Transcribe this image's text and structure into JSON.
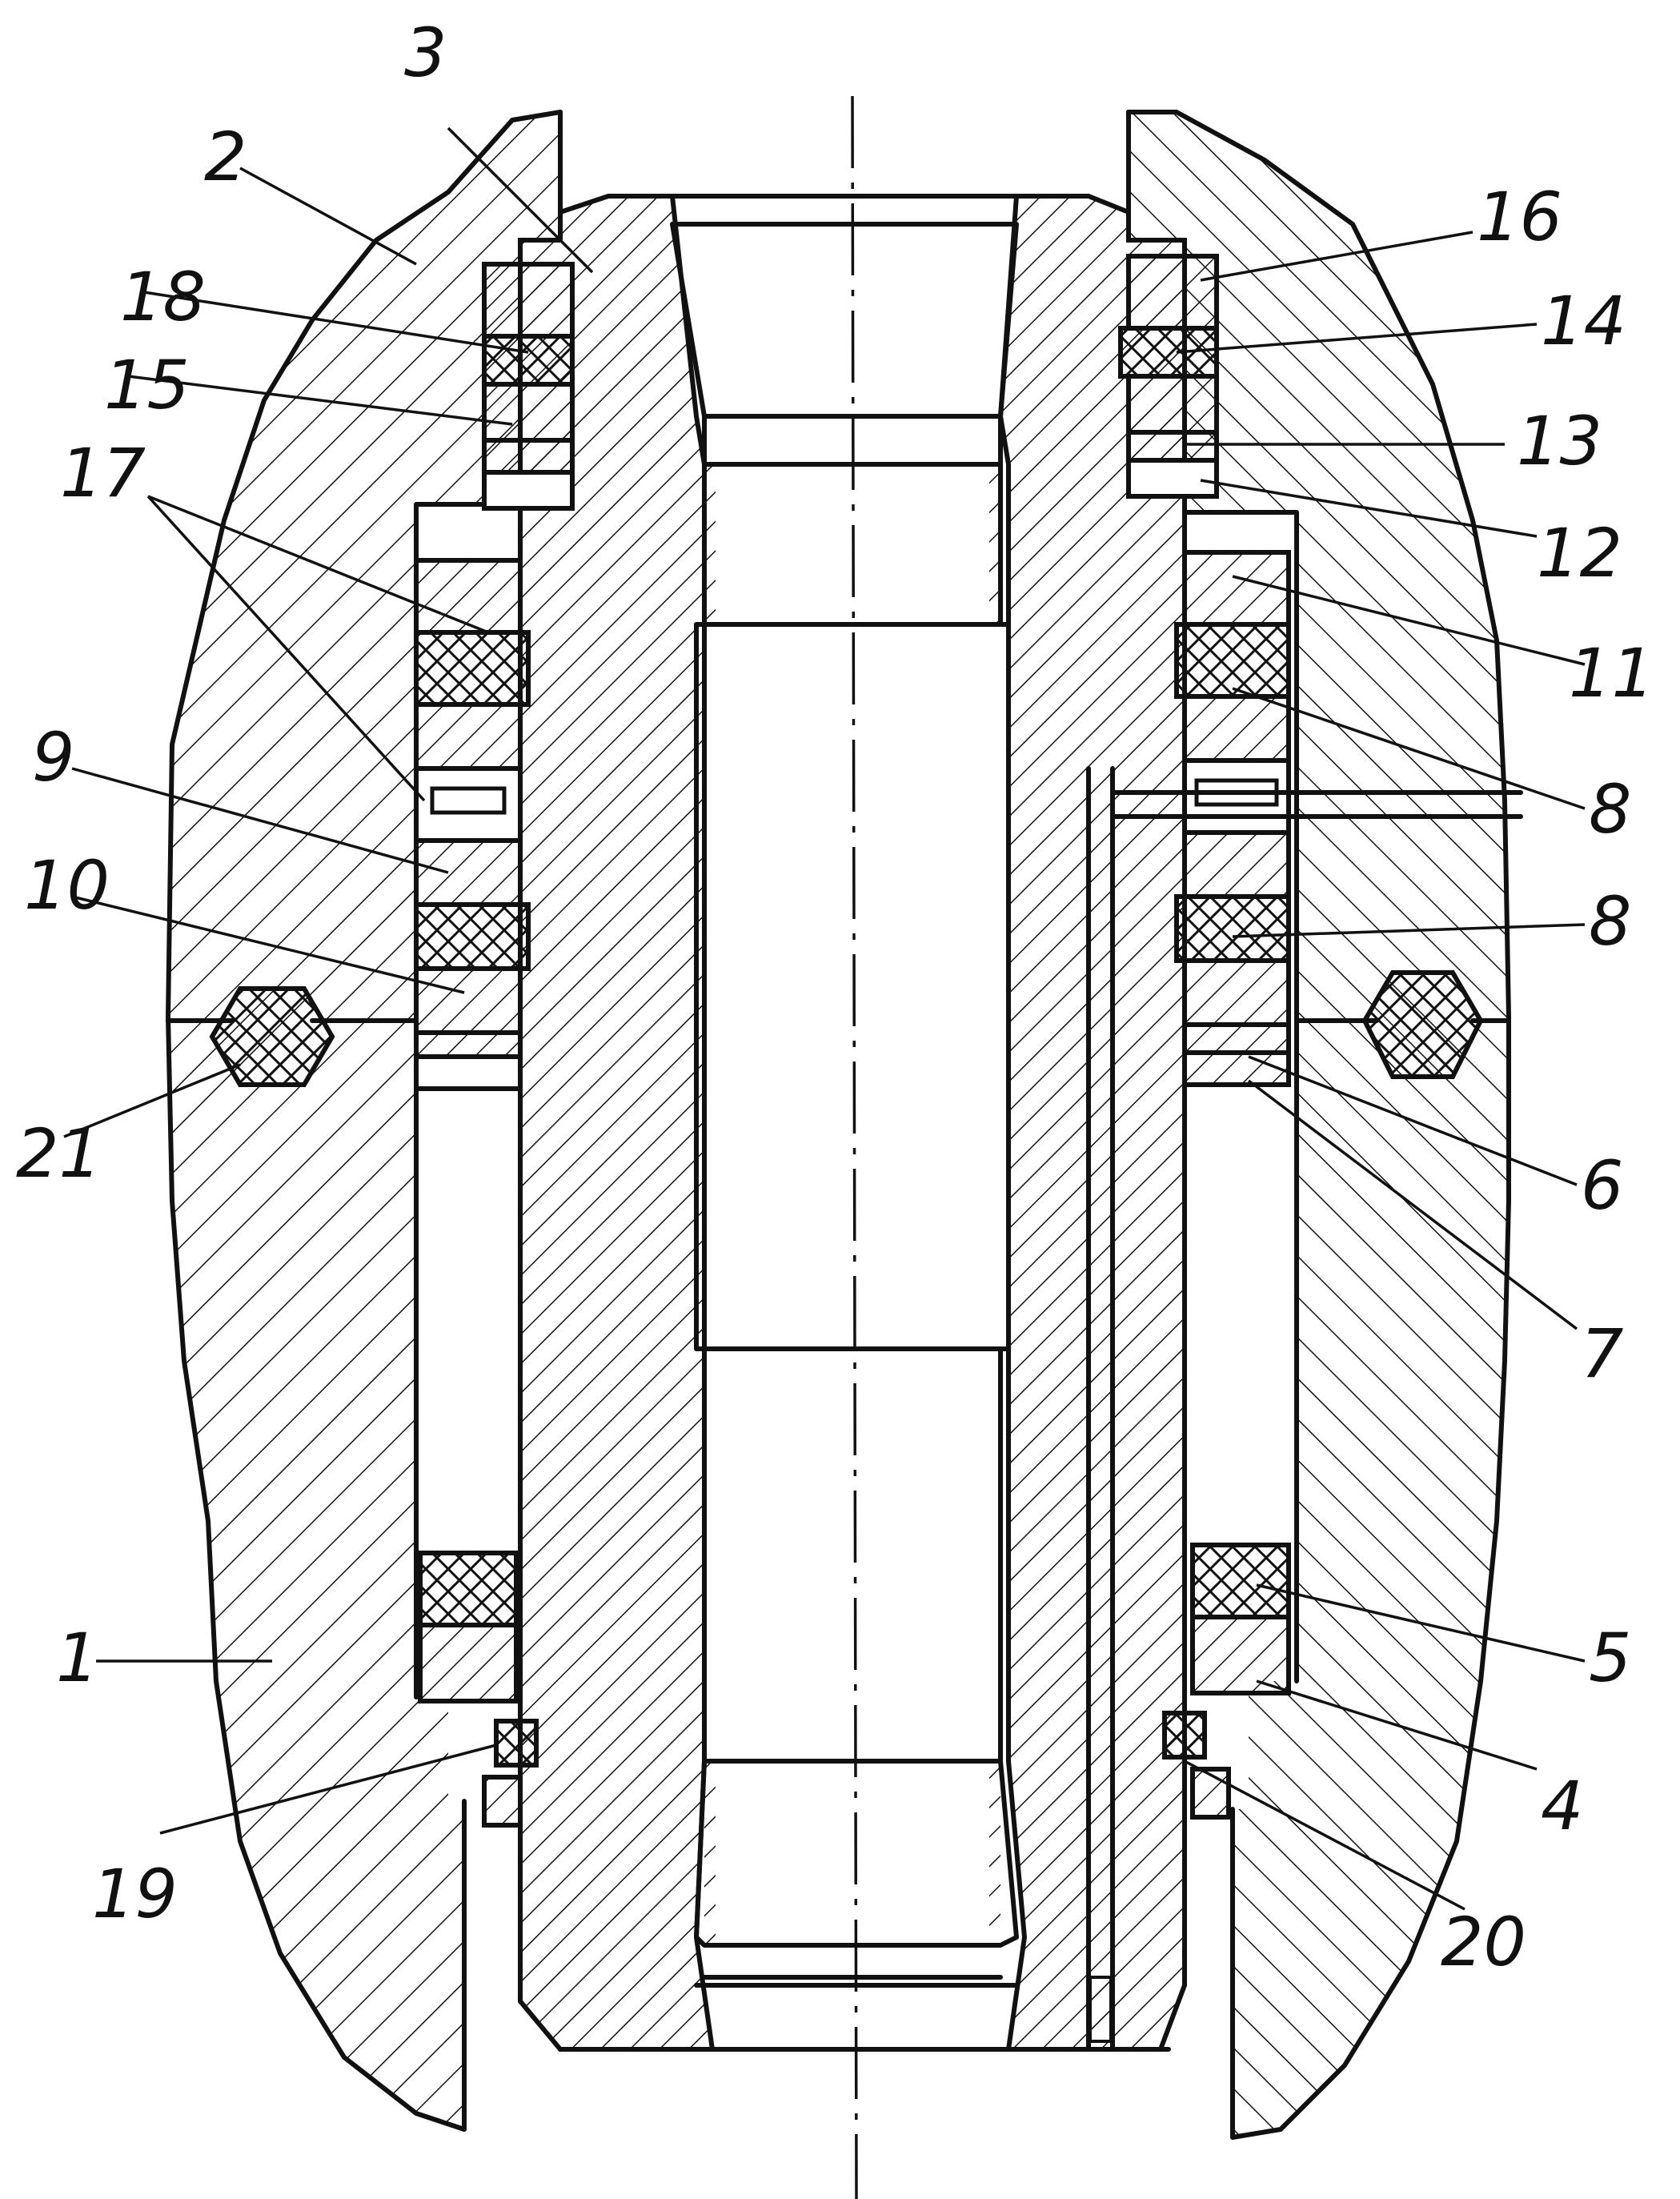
{
  "colors": {
    "ink": "#111111",
    "paper": "#ffffff"
  },
  "labels": {
    "l1": "1",
    "l2": "2",
    "l3": "3",
    "l4": "4",
    "l5": "5",
    "l6": "6",
    "l7": "7",
    "l8a": "8",
    "l8b": "8",
    "l9": "9",
    "l10": "10",
    "l11": "11",
    "l12": "12",
    "l13": "13",
    "l14": "14",
    "l15": "15",
    "l16": "16",
    "l17": "17",
    "l18": "18",
    "l19": "19",
    "l20": "20",
    "l21": "21"
  }
}
